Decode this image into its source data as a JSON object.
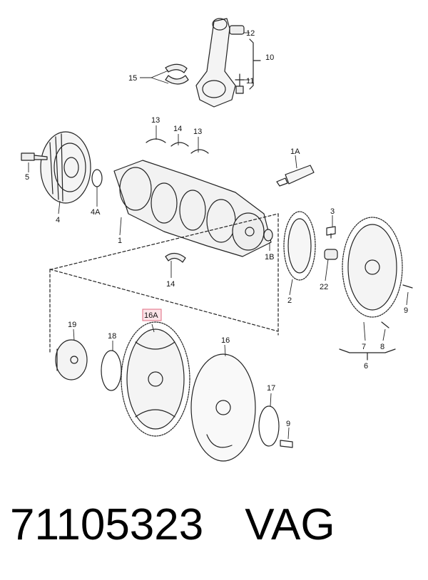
{
  "diagram": {
    "labels": {
      "p1": "1",
      "p1A": "1A",
      "p1B": "1B",
      "p2": "2",
      "p3": "3",
      "p4": "4",
      "p4A": "4A",
      "p5": "5",
      "p6": "6",
      "p7": "7",
      "p8": "8",
      "p9a": "9",
      "p9b": "9",
      "p10": "10",
      "p11": "11",
      "p12": "12",
      "p13a": "13",
      "p13b": "13",
      "p14a": "14",
      "p14b": "14",
      "p15": "15",
      "p16": "16",
      "p16A": "16A",
      "p17": "17",
      "p18": "18",
      "p19": "19",
      "p22": "22"
    },
    "highlight_color": "#fbe4e8"
  },
  "footer": {
    "part_number": "71105323",
    "brand": "VAG"
  }
}
